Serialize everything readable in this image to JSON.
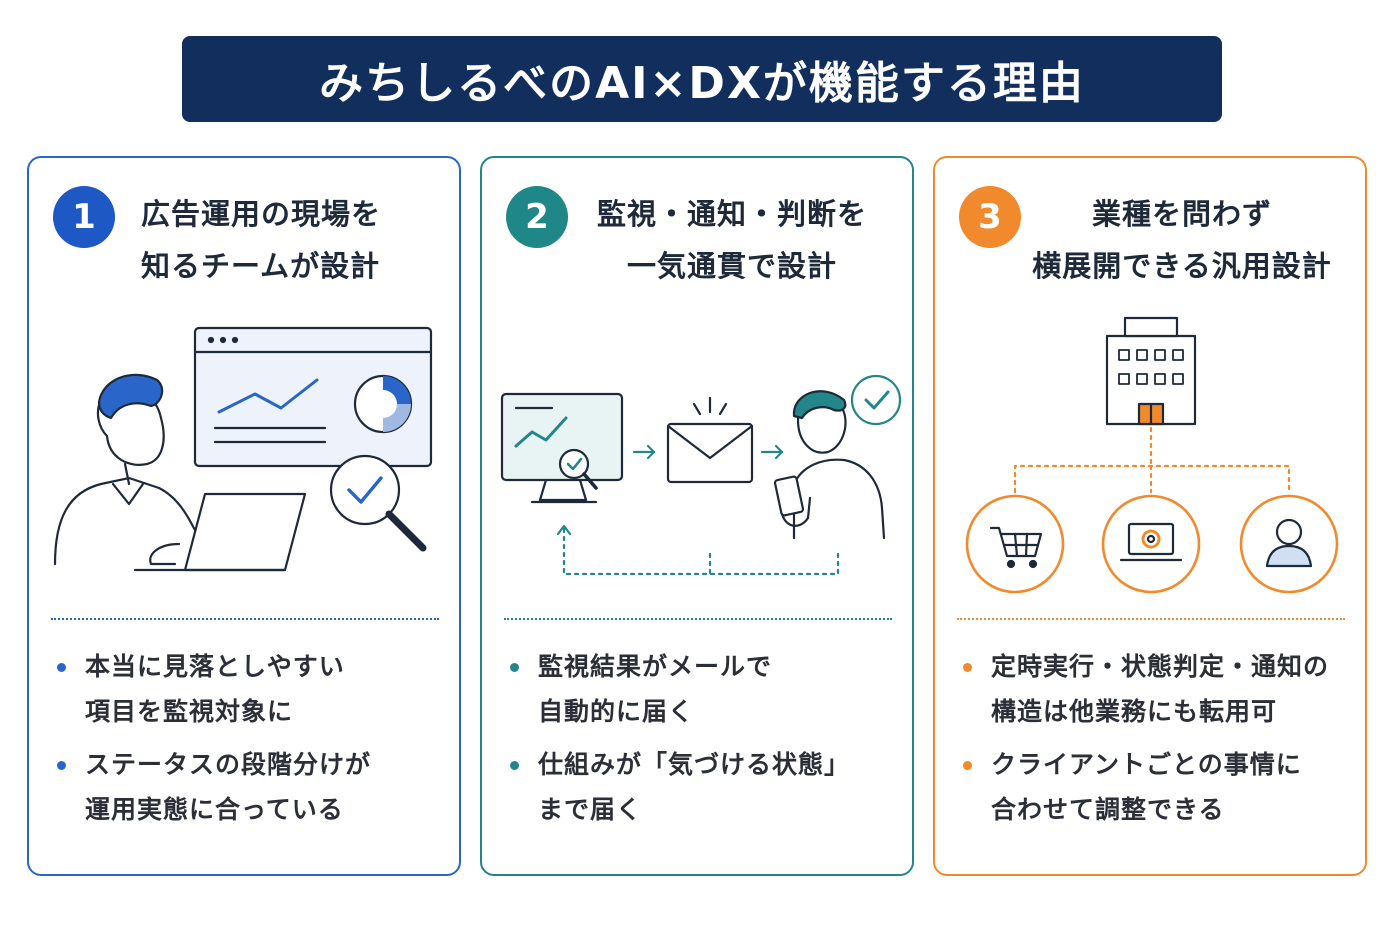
{
  "title": "みちしるべのAI×DXが機能する理由",
  "cards": [
    {
      "number": "1",
      "heading": [
        "広告運用の現場を",
        "知るチームが設計"
      ],
      "bullets": [
        [
          "本当に見落としやすい",
          "項目を監視対象に"
        ],
        [
          "ステータスの段階分けが",
          "運用実態に合っている"
        ]
      ],
      "illustration": "person-with-laptop-dashboard-magnifier-icon"
    },
    {
      "number": "2",
      "heading": [
        "監視・通知・判断を",
        "一気通貫で設計"
      ],
      "bullets": [
        [
          "監視結果がメールで",
          "自動的に届く"
        ],
        [
          "仕組みが「気づける状態」",
          "まで届く"
        ]
      ],
      "illustration": "monitor-to-mail-to-person-flow-icon"
    },
    {
      "number": "3",
      "heading": [
        "業種を問わず",
        "横展開できる汎用設計"
      ],
      "bullets": [
        [
          "定時実行・状態判定・通知の",
          "構造は他業務にも転用可"
        ],
        [
          "クライアントごとの事情に",
          "合わせて調整できる"
        ]
      ],
      "illustration": "building-branching-to-industries-icon"
    }
  ],
  "colors": {
    "title_bg": "#112e5c",
    "card1": "#2a66c9",
    "card2": "#23868a",
    "card3": "#f08a2c"
  }
}
